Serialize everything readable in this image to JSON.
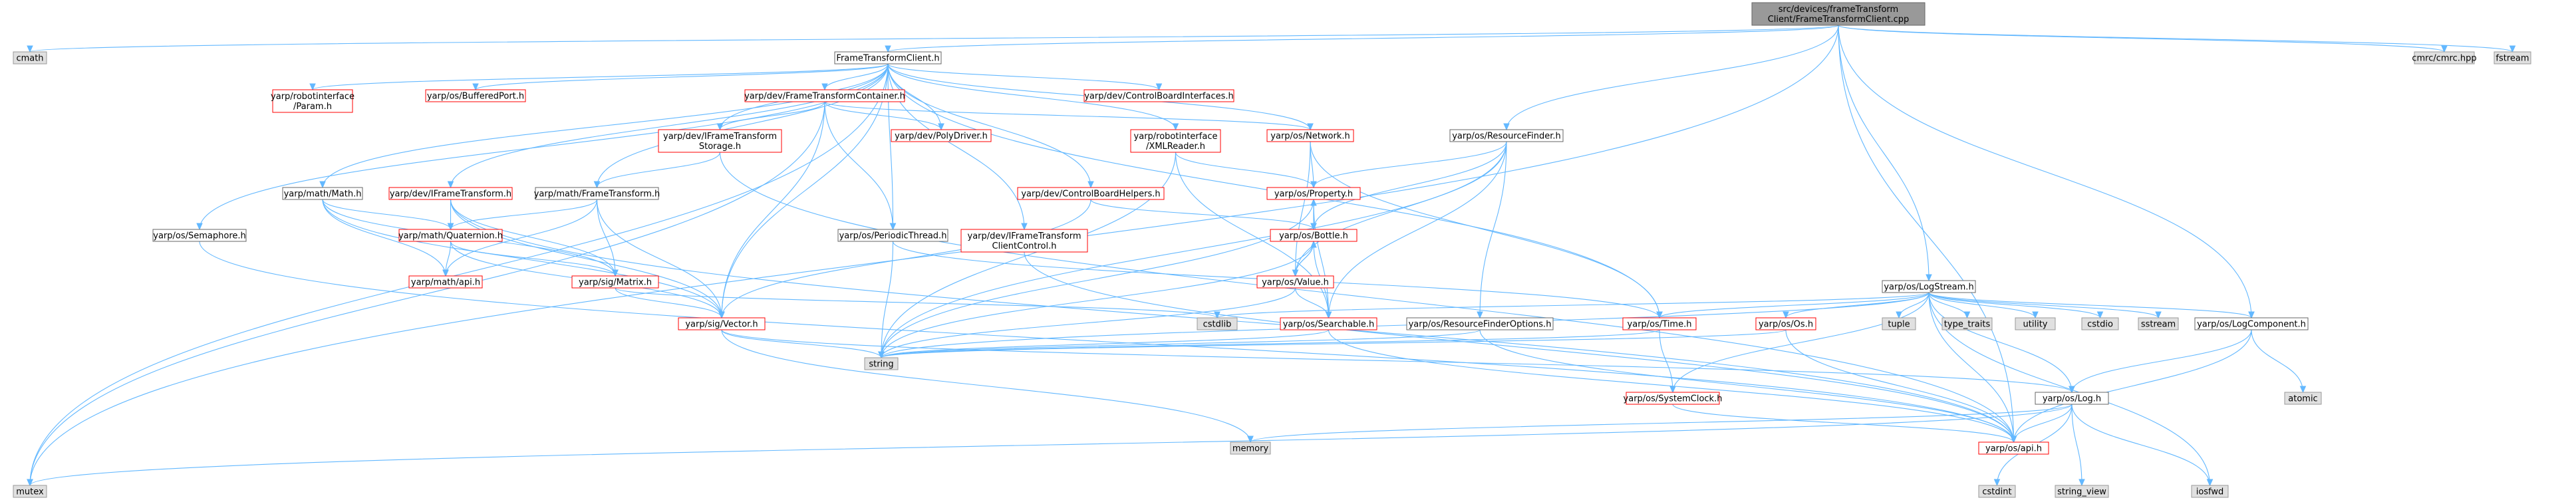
{
  "nodes": [
    {
      "id": "root",
      "lines": [
        "src/devices/frameTransform",
        "Client/FrameTransformClient.cpp"
      ],
      "style": "root",
      "interactable": false
    },
    {
      "id": "cmath",
      "lines": [
        "cmath"
      ],
      "style": "gray",
      "interactable": false
    },
    {
      "id": "ftc_h",
      "lines": [
        "FrameTransformClient.h"
      ],
      "style": "plain",
      "interactable": true
    },
    {
      "id": "mutex",
      "lines": [
        "mutex"
      ],
      "style": "gray",
      "interactable": false
    },
    {
      "id": "rif_param",
      "lines": [
        "yarp/robotinterface",
        "/Param.h"
      ],
      "style": "red",
      "interactable": true
    },
    {
      "id": "buffered",
      "lines": [
        "yarp/os/BufferedPort.h"
      ],
      "style": "red",
      "interactable": true
    },
    {
      "id": "ftcont",
      "lines": [
        "yarp/dev/FrameTransformContainer.h"
      ],
      "style": "red",
      "interactable": true
    },
    {
      "id": "cbi",
      "lines": [
        "yarp/dev/ControlBoardInterfaces.h"
      ],
      "style": "red",
      "interactable": true
    },
    {
      "id": "ift_storage",
      "lines": [
        "yarp/dev/IFrameTransform",
        "Storage.h"
      ],
      "style": "red",
      "interactable": true
    },
    {
      "id": "polydriver",
      "lines": [
        "yarp/dev/PolyDriver.h"
      ],
      "style": "red",
      "interactable": true
    },
    {
      "id": "xmlreader",
      "lines": [
        "yarp/robotinterface",
        "/XMLReader.h"
      ],
      "style": "red",
      "interactable": true
    },
    {
      "id": "network",
      "lines": [
        "yarp/os/Network.h"
      ],
      "style": "red",
      "interactable": true
    },
    {
      "id": "resfinder",
      "lines": [
        "yarp/os/ResourceFinder.h"
      ],
      "style": "plain",
      "interactable": true
    },
    {
      "id": "logstream",
      "lines": [
        "yarp/os/LogStream.h"
      ],
      "style": "plain",
      "interactable": true
    },
    {
      "id": "cmrc",
      "lines": [
        "cmrc/cmrc.hpp"
      ],
      "style": "gray",
      "interactable": false
    },
    {
      "id": "fstream",
      "lines": [
        "fstream"
      ],
      "style": "gray",
      "interactable": false
    },
    {
      "id": "math_h",
      "lines": [
        "yarp/math/Math.h"
      ],
      "style": "plain",
      "interactable": true
    },
    {
      "id": "ift_h",
      "lines": [
        "yarp/dev/IFrameTransform.h"
      ],
      "style": "red",
      "interactable": true
    },
    {
      "id": "mft_h",
      "lines": [
        "yarp/math/FrameTransform.h"
      ],
      "style": "plain",
      "interactable": true
    },
    {
      "id": "cbh",
      "lines": [
        "yarp/dev/ControlBoardHelpers.h"
      ],
      "style": "red",
      "interactable": true
    },
    {
      "id": "property",
      "lines": [
        "yarp/os/Property.h"
      ],
      "style": "red",
      "interactable": true
    },
    {
      "id": "semaphore",
      "lines": [
        "yarp/os/Semaphore.h"
      ],
      "style": "plain",
      "interactable": true
    },
    {
      "id": "quaternion",
      "lines": [
        "yarp/math/Quaternion.h"
      ],
      "style": "red",
      "interactable": true
    },
    {
      "id": "periodic",
      "lines": [
        "yarp/os/PeriodicThread.h"
      ],
      "style": "plain",
      "interactable": true
    },
    {
      "id": "iftcc",
      "lines": [
        "yarp/dev/IFrameTransform",
        "ClientControl.h"
      ],
      "style": "red",
      "interactable": true
    },
    {
      "id": "bottle",
      "lines": [
        "yarp/os/Bottle.h"
      ],
      "style": "red",
      "interactable": true
    },
    {
      "id": "mathapi",
      "lines": [
        "yarp/math/api.h"
      ],
      "style": "red",
      "interactable": true
    },
    {
      "id": "matrix",
      "lines": [
        "yarp/sig/Matrix.h"
      ],
      "style": "red",
      "interactable": true
    },
    {
      "id": "value",
      "lines": [
        "yarp/os/Value.h"
      ],
      "style": "red",
      "interactable": true
    },
    {
      "id": "vector",
      "lines": [
        "yarp/sig/Vector.h"
      ],
      "style": "red",
      "interactable": true
    },
    {
      "id": "cstdlib",
      "lines": [
        "cstdlib"
      ],
      "style": "gray",
      "interactable": false
    },
    {
      "id": "searchable",
      "lines": [
        "yarp/os/Searchable.h"
      ],
      "style": "red",
      "interactable": true
    },
    {
      "id": "rfoptions",
      "lines": [
        "yarp/os/ResourceFinderOptions.h"
      ],
      "style": "plain",
      "interactable": true
    },
    {
      "id": "time",
      "lines": [
        "yarp/os/Time.h"
      ],
      "style": "red",
      "interactable": true
    },
    {
      "id": "os_h",
      "lines": [
        "yarp/os/Os.h"
      ],
      "style": "red",
      "interactable": true
    },
    {
      "id": "tuple",
      "lines": [
        "tuple"
      ],
      "style": "gray",
      "interactable": false
    },
    {
      "id": "type_traits",
      "lines": [
        "type_traits"
      ],
      "style": "gray",
      "interactable": false
    },
    {
      "id": "utility",
      "lines": [
        "utility"
      ],
      "style": "gray",
      "interactable": false
    },
    {
      "id": "cstdio",
      "lines": [
        "cstdio"
      ],
      "style": "gray",
      "interactable": false
    },
    {
      "id": "sstream",
      "lines": [
        "sstream"
      ],
      "style": "gray",
      "interactable": false
    },
    {
      "id": "logcomp",
      "lines": [
        "yarp/os/LogComponent.h"
      ],
      "style": "plain",
      "interactable": true
    },
    {
      "id": "string",
      "lines": [
        "string"
      ],
      "style": "gray",
      "interactable": false
    },
    {
      "id": "sysclock",
      "lines": [
        "yarp/os/SystemClock.h"
      ],
      "style": "red",
      "interactable": true
    },
    {
      "id": "log",
      "lines": [
        "yarp/os/Log.h"
      ],
      "style": "plain",
      "interactable": true
    },
    {
      "id": "atomic",
      "lines": [
        "atomic"
      ],
      "style": "gray",
      "interactable": false
    },
    {
      "id": "memory",
      "lines": [
        "memory"
      ],
      "style": "gray",
      "interactable": false
    },
    {
      "id": "osapi",
      "lines": [
        "yarp/os/api.h"
      ],
      "style": "red",
      "interactable": true
    },
    {
      "id": "cstdint",
      "lines": [
        "cstdint"
      ],
      "style": "gray",
      "interactable": false
    },
    {
      "id": "string_view",
      "lines": [
        "string_view"
      ],
      "style": "gray",
      "interactable": false
    },
    {
      "id": "iosfwd",
      "lines": [
        "iosfwd"
      ],
      "style": "gray",
      "interactable": false
    }
  ],
  "edges": [
    [
      "root",
      "cmath"
    ],
    [
      "root",
      "ftc_h"
    ],
    [
      "root",
      "mutex"
    ],
    [
      "root",
      "resfinder"
    ],
    [
      "root",
      "logstream"
    ],
    [
      "root",
      "cmrc"
    ],
    [
      "root",
      "fstream"
    ],
    [
      "root",
      "logcomp"
    ],
    [
      "root",
      "osapi"
    ],
    [
      "ftc_h",
      "rif_param"
    ],
    [
      "ftc_h",
      "buffered"
    ],
    [
      "ftc_h",
      "ftcont"
    ],
    [
      "ftc_h",
      "cbi"
    ],
    [
      "ftc_h",
      "ift_storage"
    ],
    [
      "ftc_h",
      "polydriver"
    ],
    [
      "ftc_h",
      "xmlreader"
    ],
    [
      "ftc_h",
      "network"
    ],
    [
      "ftc_h",
      "math_h"
    ],
    [
      "ftc_h",
      "ift_h"
    ],
    [
      "ftc_h",
      "mft_h"
    ],
    [
      "ftc_h",
      "cbh"
    ],
    [
      "ftc_h",
      "semaphore"
    ],
    [
      "ftc_h",
      "periodic"
    ],
    [
      "ftc_h",
      "iftcc"
    ],
    [
      "ftc_h",
      "mutex"
    ],
    [
      "ftc_h",
      "vector"
    ],
    [
      "ftc_h",
      "time"
    ],
    [
      "ftcont",
      "ift_storage"
    ],
    [
      "ftcont",
      "polydriver"
    ],
    [
      "ftcont",
      "network"
    ],
    [
      "ftcont",
      "periodic"
    ],
    [
      "ftcont",
      "vector"
    ],
    [
      "ftcont",
      "mutex"
    ],
    [
      "ift_storage",
      "mft_h"
    ],
    [
      "ift_storage",
      "osapi"
    ],
    [
      "xmlreader",
      "property"
    ],
    [
      "xmlreader",
      "string"
    ],
    [
      "xmlreader",
      "searchable"
    ],
    [
      "network",
      "property"
    ],
    [
      "network",
      "time"
    ],
    [
      "network",
      "value"
    ],
    [
      "resfinder",
      "property"
    ],
    [
      "resfinder",
      "bottle"
    ],
    [
      "resfinder",
      "value"
    ],
    [
      "resfinder",
      "searchable"
    ],
    [
      "resfinder",
      "rfoptions"
    ],
    [
      "resfinder",
      "string"
    ],
    [
      "math_h",
      "quaternion"
    ],
    [
      "math_h",
      "matrix"
    ],
    [
      "math_h",
      "mathapi"
    ],
    [
      "math_h",
      "vector"
    ],
    [
      "ift_h",
      "quaternion"
    ],
    [
      "ift_h",
      "matrix"
    ],
    [
      "ift_h",
      "vector"
    ],
    [
      "ift_h",
      "osapi"
    ],
    [
      "mft_h",
      "quaternion"
    ],
    [
      "mft_h",
      "matrix"
    ],
    [
      "mft_h",
      "vector"
    ],
    [
      "mft_h",
      "mathapi"
    ],
    [
      "cbh",
      "bottle"
    ],
    [
      "cbh",
      "vector"
    ],
    [
      "property",
      "bottle"
    ],
    [
      "property",
      "searchable"
    ],
    [
      "property",
      "string"
    ],
    [
      "semaphore",
      "osapi"
    ],
    [
      "quaternion",
      "mathapi"
    ],
    [
      "quaternion",
      "matrix"
    ],
    [
      "quaternion",
      "vector"
    ],
    [
      "periodic",
      "time"
    ],
    [
      "periodic",
      "string"
    ],
    [
      "iftcc",
      "osapi"
    ],
    [
      "bottle",
      "value"
    ],
    [
      "bottle",
      "property"
    ],
    [
      "bottle",
      "searchable"
    ],
    [
      "bottle",
      "string"
    ],
    [
      "matrix",
      "vector"
    ],
    [
      "matrix",
      "cstdlib"
    ],
    [
      "value",
      "bottle"
    ],
    [
      "value",
      "searchable"
    ],
    [
      "value",
      "string"
    ],
    [
      "vector",
      "string"
    ],
    [
      "vector",
      "log"
    ],
    [
      "vector",
      "memory"
    ],
    [
      "searchable",
      "string"
    ],
    [
      "searchable",
      "osapi"
    ],
    [
      "rfoptions",
      "string"
    ],
    [
      "rfoptions",
      "osapi"
    ],
    [
      "time",
      "sysclock"
    ],
    [
      "time",
      "string"
    ],
    [
      "os_h",
      "string"
    ],
    [
      "os_h",
      "osapi"
    ],
    [
      "logstream",
      "cstdlib"
    ],
    [
      "logstream",
      "time"
    ],
    [
      "logstream",
      "os_h"
    ],
    [
      "logstream",
      "tuple"
    ],
    [
      "logstream",
      "type_traits"
    ],
    [
      "logstream",
      "utility"
    ],
    [
      "logstream",
      "cstdio"
    ],
    [
      "logstream",
      "sstream"
    ],
    [
      "logstream",
      "logcomp"
    ],
    [
      "logstream",
      "string"
    ],
    [
      "logstream",
      "log"
    ],
    [
      "logstream",
      "sysclock"
    ],
    [
      "logstream",
      "osapi"
    ],
    [
      "logstream",
      "iosfwd"
    ],
    [
      "logcomp",
      "log"
    ],
    [
      "logcomp",
      "atomic"
    ],
    [
      "logcomp",
      "osapi"
    ],
    [
      "sysclock",
      "osapi"
    ],
    [
      "log",
      "mutex"
    ],
    [
      "log",
      "memory"
    ],
    [
      "log",
      "osapi"
    ],
    [
      "log",
      "cstdint"
    ],
    [
      "log",
      "string_view"
    ],
    [
      "log",
      "iosfwd"
    ]
  ],
  "colors": {
    "edge": "#63b8ff",
    "root_fill": "#999999",
    "root_stroke": "#666666",
    "gray_fill": "#e0e0e0",
    "gray_stroke": "#999999",
    "plain_fill": "#ffffff",
    "plain_stroke": "#666666",
    "red_fill": "#ffffff",
    "red_stroke": "#ff0000",
    "text": "#000000"
  }
}
